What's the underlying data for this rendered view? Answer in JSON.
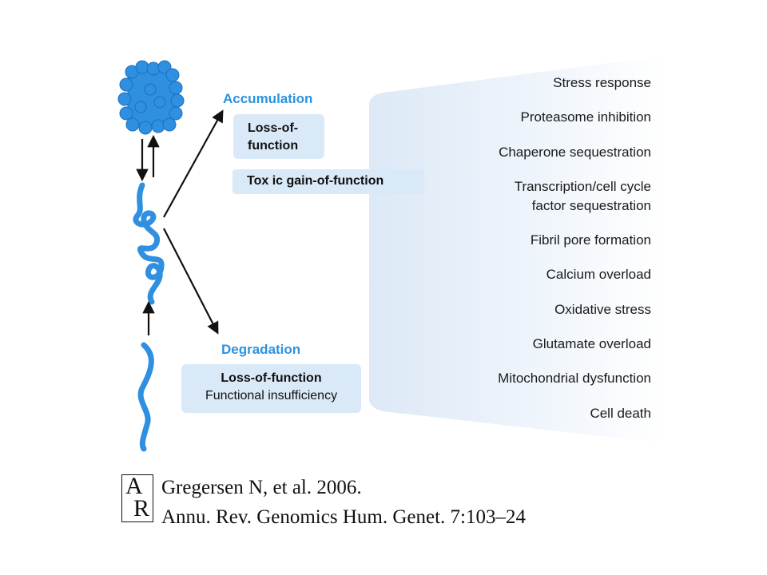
{
  "labels": {
    "accumulation": "Accumulation",
    "degradation": "Degradation"
  },
  "accumulation_boxes": {
    "loss_of_function_line1": "Loss-of-",
    "loss_of_function_line2": "function",
    "toxic_gain": "Tox ic gain-of-function"
  },
  "degradation_box": {
    "line1": "Loss-of-function",
    "line2": "Functional insufficiency"
  },
  "effects": [
    {
      "lines": [
        "Stress response"
      ]
    },
    {
      "lines": [
        "Proteasome inhibition"
      ]
    },
    {
      "lines": [
        "Chaperone sequestration"
      ]
    },
    {
      "lines": [
        "Transcription/cell cycle",
        "factor sequestration"
      ]
    },
    {
      "lines": [
        "Fibril pore formation"
      ]
    },
    {
      "lines": [
        "Calcium overload"
      ]
    },
    {
      "lines": [
        "Oxidative stress"
      ]
    },
    {
      "lines": [
        "Glutamate overload"
      ]
    },
    {
      "lines": [
        "Mitochondrial dysfunction"
      ]
    },
    {
      "lines": [
        "Cell death"
      ]
    }
  ],
  "citation": {
    "line1": "Gregersen N, et al. 2006.",
    "line2": "Annu. Rev. Genomics Hum. Genet. 7:103–24",
    "logo_letters": [
      "A",
      "R"
    ]
  },
  "colors": {
    "protein_blue": "#2f8fe0",
    "heading_blue": "#2a93df",
    "box_fill": "#d9e9f8",
    "panel_fill": "#e3eef9"
  }
}
